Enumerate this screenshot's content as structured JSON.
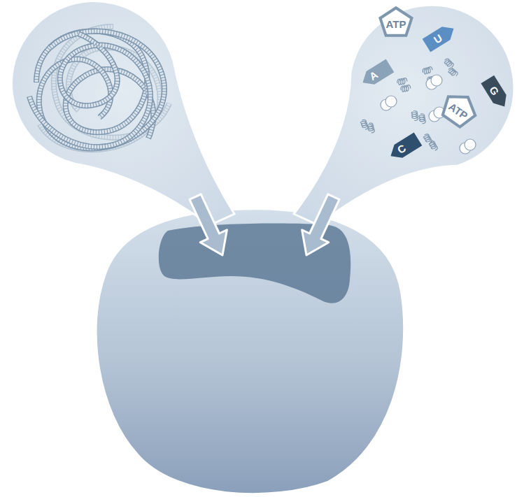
{
  "diagram": {
    "nodes": [
      {
        "text": [
          "ATP"
        ]
      },
      {
        "text": [
          "U"
        ]
      },
      {
        "text": [
          "A"
        ]
      },
      {
        "text": [
          "G"
        ]
      },
      {
        "text": [
          "ATP"
        ]
      },
      {
        "text": [
          "C"
        ]
      }
    ]
  }
}
